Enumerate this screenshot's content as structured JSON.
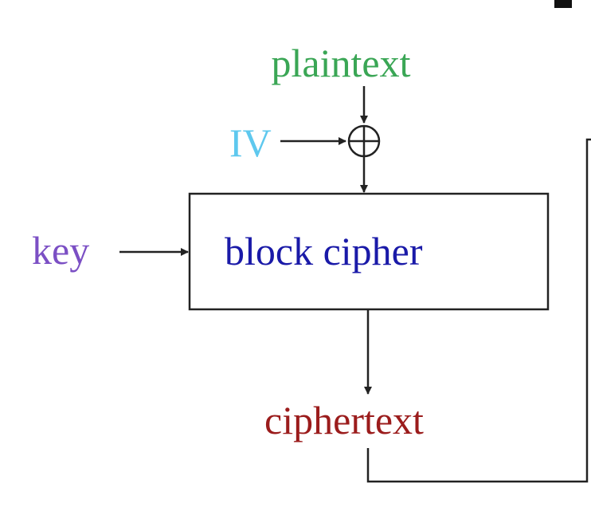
{
  "diagram": {
    "labels": {
      "plaintext": "plaintext",
      "iv": "IV",
      "key": "key",
      "block": "block cipher",
      "ciphertext": "ciphertext"
    },
    "colors": {
      "plaintext": "#3aa655",
      "iv": "#5ec8ee",
      "key": "#7b4fc4",
      "block": "#1a1aa8",
      "ciphertext": "#9b1c1c",
      "stroke": "#222222"
    },
    "xor_symbol": "xor-circle-plus"
  }
}
